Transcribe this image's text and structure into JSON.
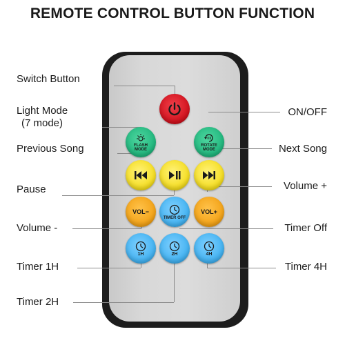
{
  "title": "REMOTE CONTROL BUTTON FUNCTION",
  "labels": {
    "switch_button": "Switch Button",
    "light_mode": "Light Mode",
    "light_mode_sub": "(7 mode)",
    "previous_song": "Previous Song",
    "pause": "Pause",
    "volume_minus": "Volume -",
    "timer_1h": "Timer 1H",
    "timer_2h": "Timer 2H",
    "on_off": "ON/OFF",
    "next_song": "Next Song",
    "volume_plus": "Volume +",
    "timer_off": "Timer Off",
    "timer_4h": "Timer 4H"
  },
  "buttons": {
    "flash_mode": "FLASH MODE",
    "rotate_mode": "ROTATE MODE",
    "vol_minus": "VOL−",
    "vol_plus": "VOL+",
    "timer_off": "TIMER OFF",
    "h1": "1H",
    "h2": "2H",
    "h4": "4H"
  },
  "colors": {
    "power": "#d0101c",
    "mode": "#1fb57c",
    "playback": "#f4dc1c",
    "volume": "#f2a115",
    "timer": "#3fb0f0",
    "remote_body": "#1d1d1d",
    "remote_face": "#d8d8d8"
  }
}
